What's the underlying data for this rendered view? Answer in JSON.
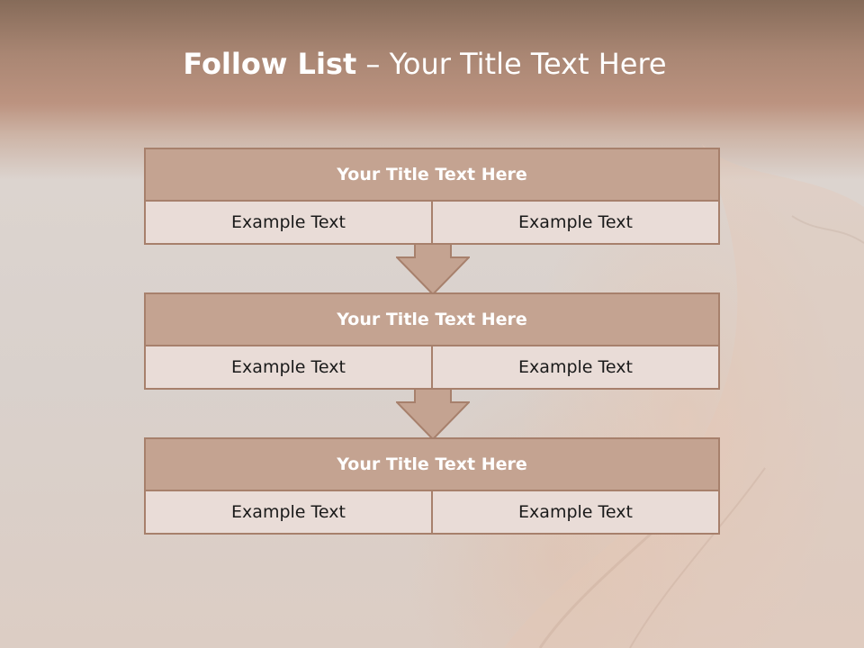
{
  "slide": {
    "title_bold": "Follow List",
    "title_rest": " – Your Title Text Here"
  },
  "blocks": [
    {
      "title": "Your Title Text Here",
      "left": "Example Text",
      "right": "Example Text"
    },
    {
      "title": "Your Title Text Here",
      "left": "Example Text",
      "right": "Example Text"
    },
    {
      "title": "Your Title Text Here",
      "left": "Example Text",
      "right": "Example Text"
    }
  ],
  "colors": {
    "header_band": "#a98673",
    "block_title_fill": "#c4a391",
    "block_border": "#a7806c",
    "cell_fill": "#e9dcd7",
    "arrow_fill": "#c4a391"
  }
}
